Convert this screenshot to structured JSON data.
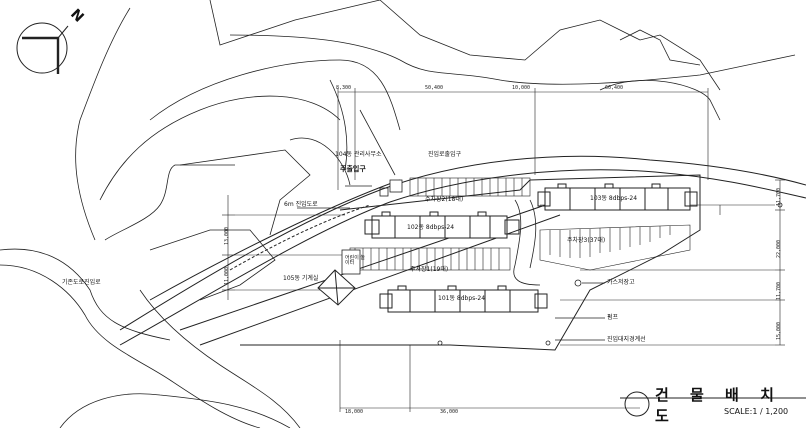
{
  "drawing": {
    "title": "건 물 배 치 도",
    "scale": "SCALE:1 / 1,200",
    "north_label": "N"
  },
  "buildings": {
    "b101": "101동 8dbps-24",
    "b102": "102동 8dbps-24",
    "b103": "103동 8dbps-24",
    "b104": "104동 관리사무소",
    "b105": "105동 기계실"
  },
  "parking": {
    "p1": "주차장1(19대)",
    "p2": "주차장2(18대)",
    "p3": "주차장3(37대)"
  },
  "labels": {
    "entrance": "주출입구",
    "side_entrance": "진입로출입구",
    "road_6m": "6m 진입도로",
    "road_existing": "기존도로진입로",
    "pump": "펌프",
    "gas": "가스저장고",
    "retaining_wall": "진입대지경계선",
    "small_building": "어린이 놀이터"
  },
  "dimensions": {
    "top": [
      "8,300",
      "50,400",
      "10,000",
      "60,400"
    ],
    "bottom": [
      "18,000",
      "36,000"
    ],
    "right": [
      "11,700",
      "22,000",
      "11,700",
      "15,000"
    ],
    "left": [
      "13,000",
      "11,000"
    ]
  }
}
